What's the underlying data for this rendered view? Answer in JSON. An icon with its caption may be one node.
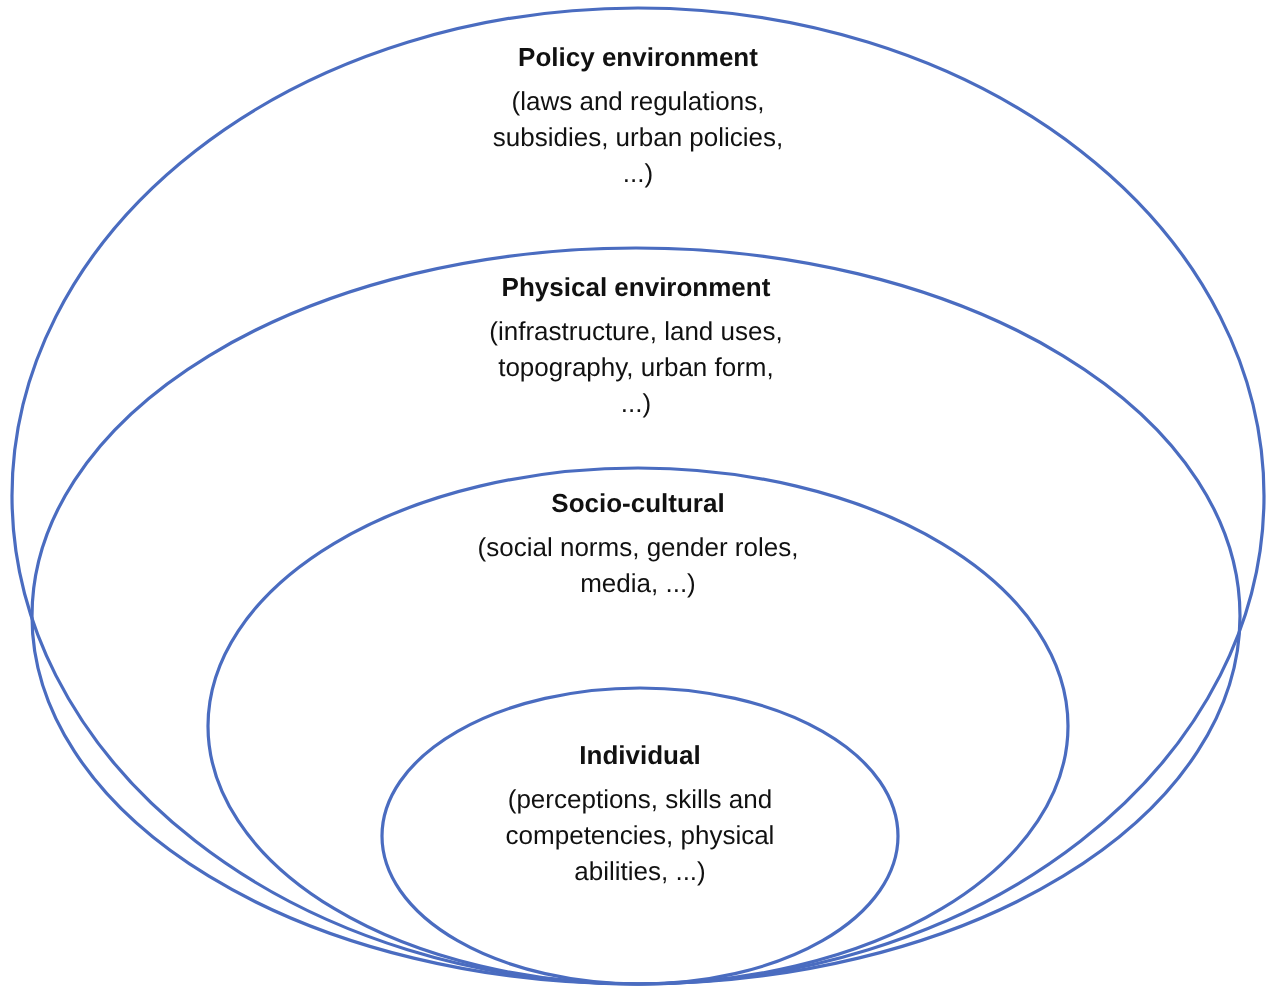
{
  "diagram": {
    "nodes": [
      {
        "text": [
          "Policy environment",
          "(laws and regulations, subsidies, urban policies, ...)"
        ]
      },
      {
        "text": [
          "Physical environment",
          "(infrastructure, land uses, topography, urban form, ...)"
        ],
        "in": 0
      },
      {
        "text": [
          "Socio-cultural",
          "(social norms, gender roles, media, ...)"
        ],
        "in": 1
      },
      {
        "text": [
          "Individual",
          "(perceptions, skills and competencies, physical abilities, ...)"
        ],
        "in": 2
      }
    ]
  }
}
